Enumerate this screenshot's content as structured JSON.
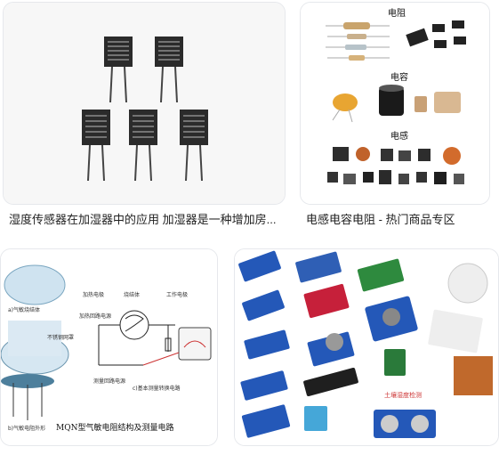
{
  "results": [
    {
      "caption": "湿度传感器在加湿器中的应用 加湿器是一种增加房...",
      "image_alt": "humidity sensors"
    },
    {
      "caption": "电感电容电阻 - 热门商品专区",
      "labels": {
        "resistor": "电阻",
        "capacitor": "电容",
        "inductor": "电感"
      }
    },
    {
      "caption": "",
      "diagram_labels": {
        "heater_electrode": "加热电极",
        "sintered_body": "烧结体",
        "working_electrode": "工作电极",
        "heater_loop": "加热回路电源",
        "stainless_mesh": "不锈钢网罩",
        "gas_sensitive_body": "a)气敏烧结体",
        "measuring_loop": "测量回路电源",
        "basic_circuit": "c)基本测量转换电路",
        "sensor_appearance": "b)气敏电阻外形",
        "title": "MQN型气敏电阻结构及测量电路"
      }
    },
    {
      "caption": "",
      "module_text": "土壤湿度检测"
    }
  ]
}
